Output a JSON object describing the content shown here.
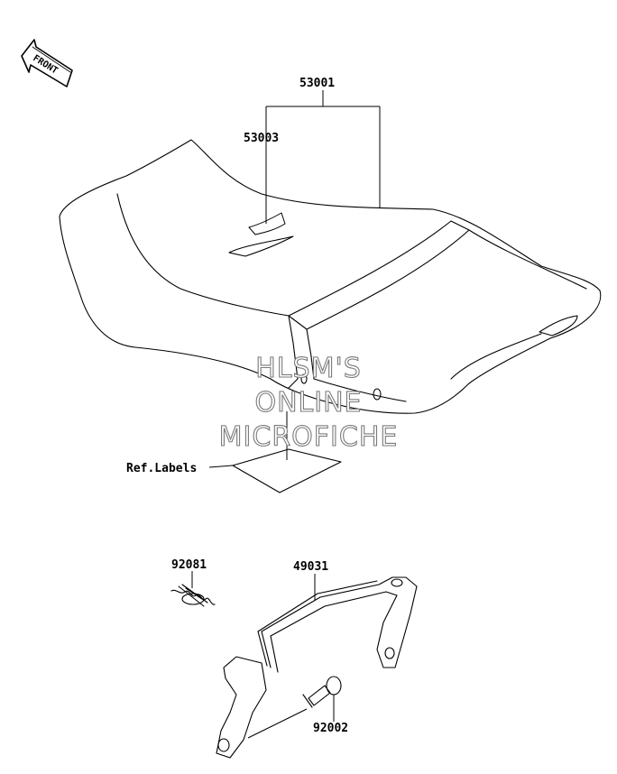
{
  "callouts": {
    "seat": "53001",
    "emblem": "53003",
    "labels": "Ref.Labels",
    "spring": "92081",
    "bracket": "49031",
    "bolt": "92002"
  },
  "front_arrow": "FRONT",
  "watermark": {
    "line1": "HLSM'S",
    "line2": "ONLINE",
    "line3": "MICROFICHE"
  }
}
